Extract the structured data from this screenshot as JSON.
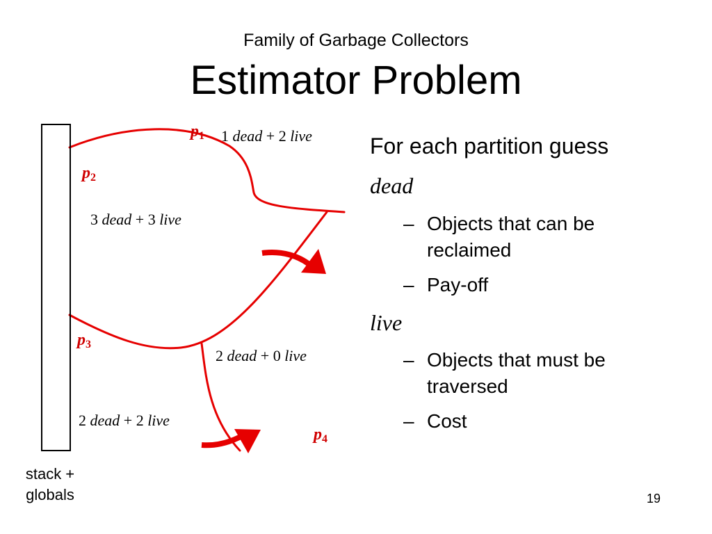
{
  "header": {
    "subtitle": "Family of Garbage Collectors",
    "title": "Estimator Problem"
  },
  "diagram": {
    "stack_label_line1": "stack +",
    "stack_label_line2": "globals",
    "partitions": [
      {
        "label": "p",
        "index": "1"
      },
      {
        "label": "p",
        "index": "2"
      },
      {
        "label": "p",
        "index": "3"
      },
      {
        "label": "p",
        "index": "4"
      }
    ],
    "counts": [
      {
        "dead_n": "1",
        "dead_word": "dead",
        "plus": "+",
        "live_n": "2",
        "live_word": "live"
      },
      {
        "dead_n": "3",
        "dead_word": "dead",
        "plus": "+",
        "live_n": "3",
        "live_word": "live"
      },
      {
        "dead_n": "2",
        "dead_word": "dead",
        "plus": "+",
        "live_n": "0",
        "live_word": "live"
      },
      {
        "dead_n": "2",
        "dead_word": "dead",
        "plus": "+",
        "live_n": "2",
        "live_word": "live"
      }
    ],
    "line_color": "#e60000",
    "label_color": "#d00000"
  },
  "bullets": {
    "intro": "For each partition guess",
    "dead": {
      "term": "dead",
      "items": [
        "Objects that can be reclaimed",
        "Pay-off"
      ]
    },
    "live": {
      "term": "live",
      "items": [
        "Objects that must be traversed",
        "Cost"
      ]
    },
    "dash": "–"
  },
  "footer": {
    "page_number": "19"
  }
}
